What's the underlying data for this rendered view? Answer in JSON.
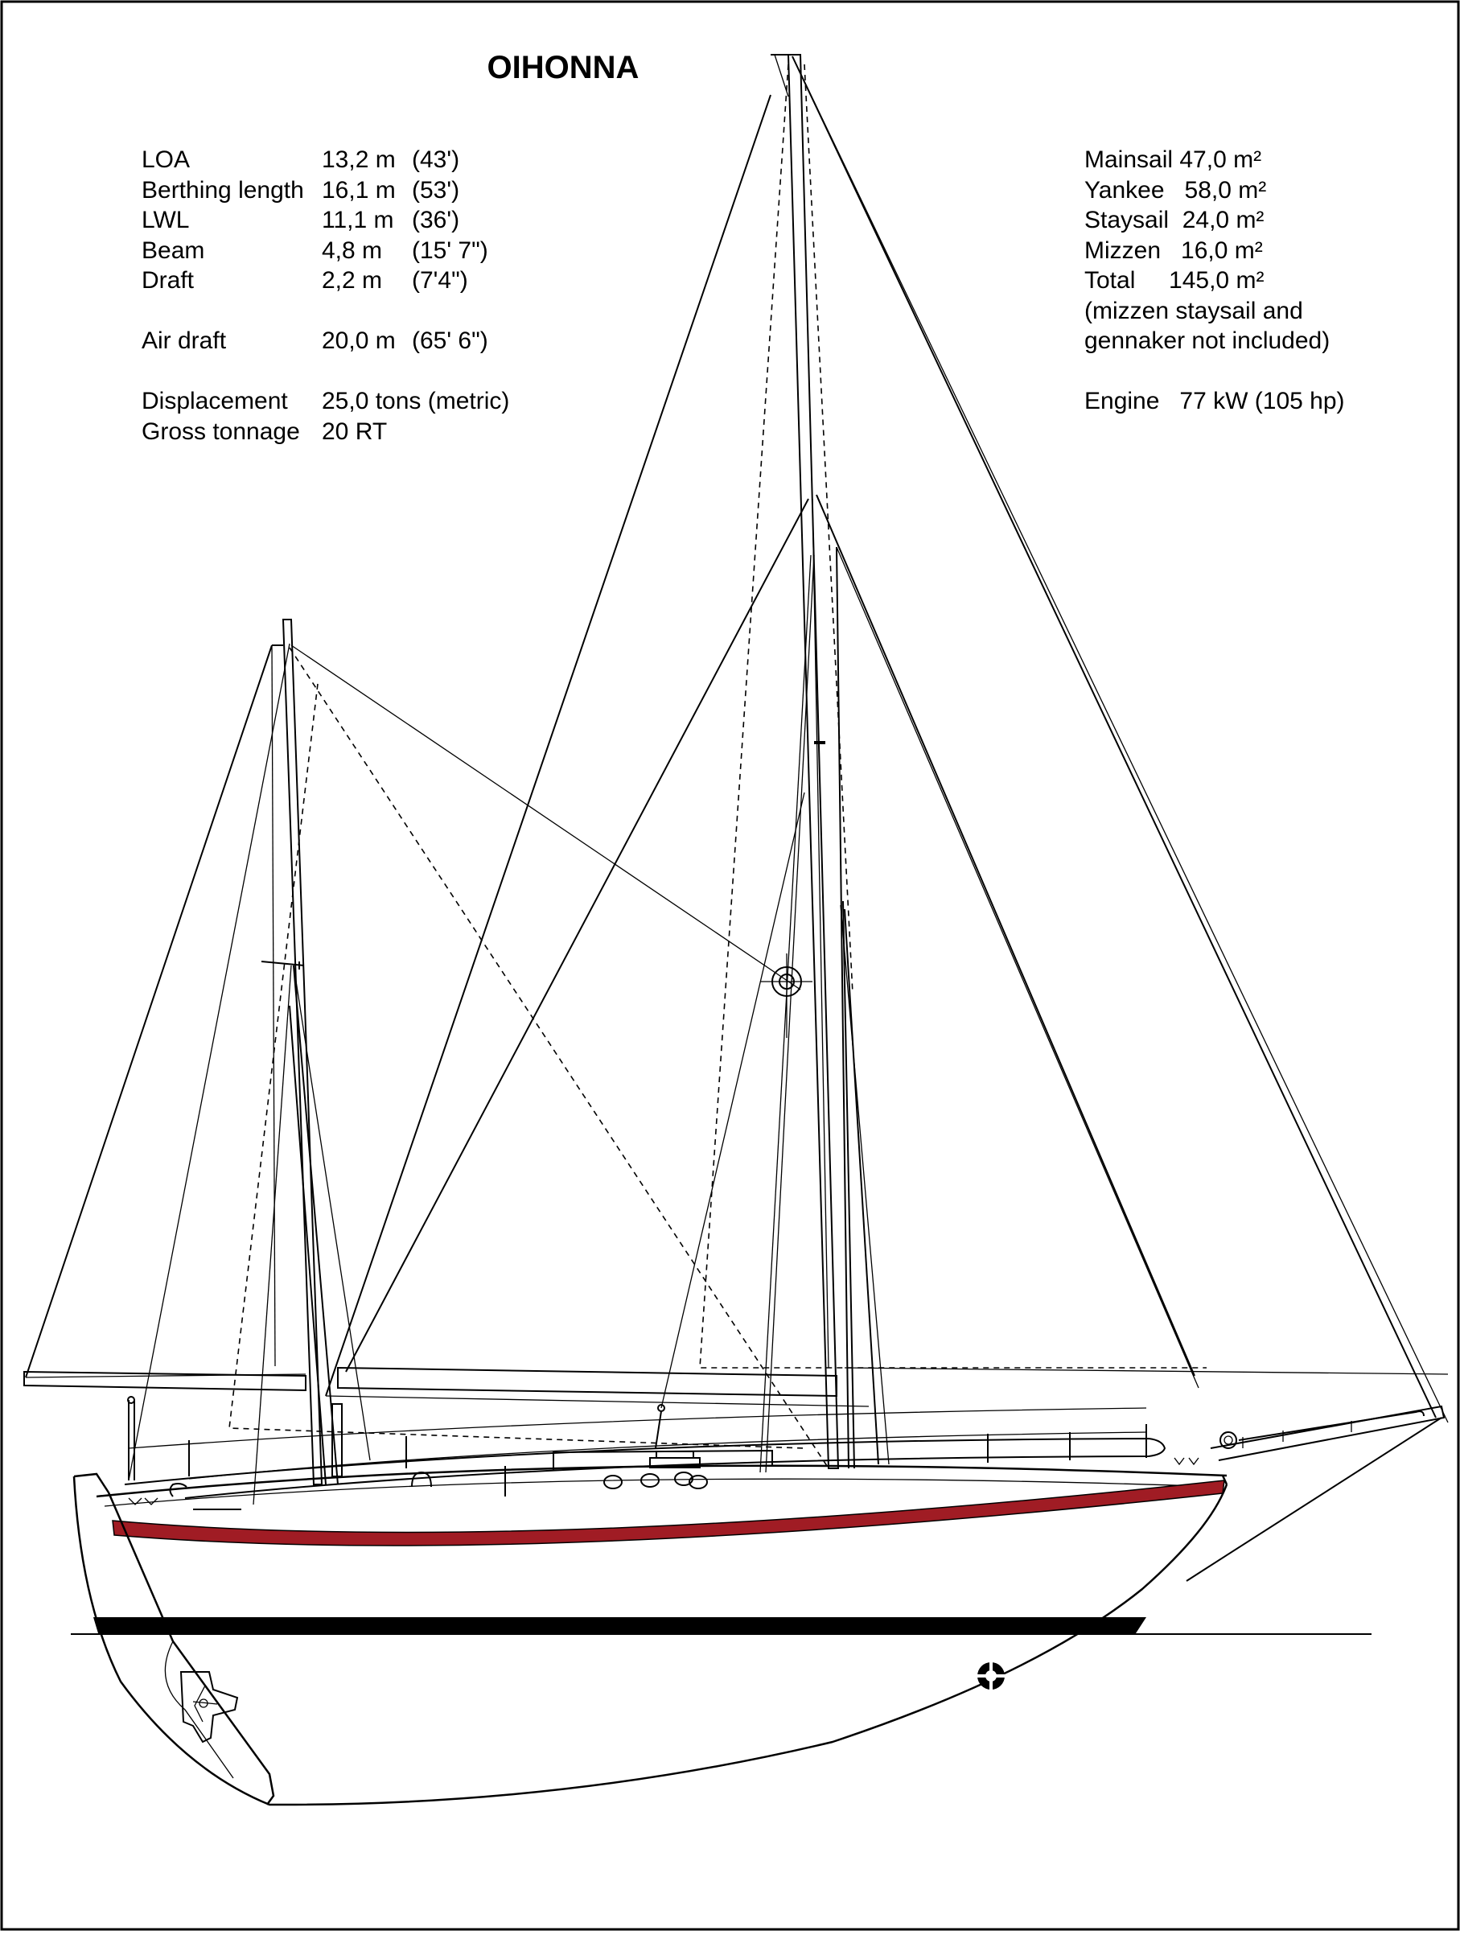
{
  "title": "OIHONNA",
  "specs_left": [
    {
      "label": "LOA",
      "metric": "13,2 m",
      "imperial": "(43')"
    },
    {
      "label": "Berthing length",
      "metric": "16,1 m",
      "imperial": "(53')"
    },
    {
      "label": "LWL",
      "metric": "11,1 m",
      "imperial": "(36')"
    },
    {
      "label": "Beam",
      "metric": "4,8 m",
      "imperial": "(15' 7\")"
    },
    {
      "label": "Draft",
      "metric": "2,2 m",
      "imperial": "(7'4\")"
    },
    {
      "label": "Air draft",
      "metric": "20,0 m",
      "imperial": "(65' 6\")"
    },
    {
      "label": "Displacement",
      "metric": "25,0 tons (metric)",
      "imperial": ""
    },
    {
      "label": "Gross tonnage",
      "metric": "20 RT",
      "imperial": ""
    }
  ],
  "specs_right": {
    "mainsail": "Mainsail 47,0 m²",
    "yankee": "Yankee   58,0 m²",
    "staysail": "Staysail  24,0 m²",
    "mizzen": "Mizzen   16,0 m²",
    "total": "Total     145,0 m²",
    "note_line1": "(mizzen staysail and",
    "note_line2": "gennaker not included)",
    "engine": "Engine   77 kW (105 hp)"
  },
  "colors": {
    "boot_stripe": "#a01c24",
    "waterline_stripe": "#000000",
    "frame": "#000000"
  }
}
